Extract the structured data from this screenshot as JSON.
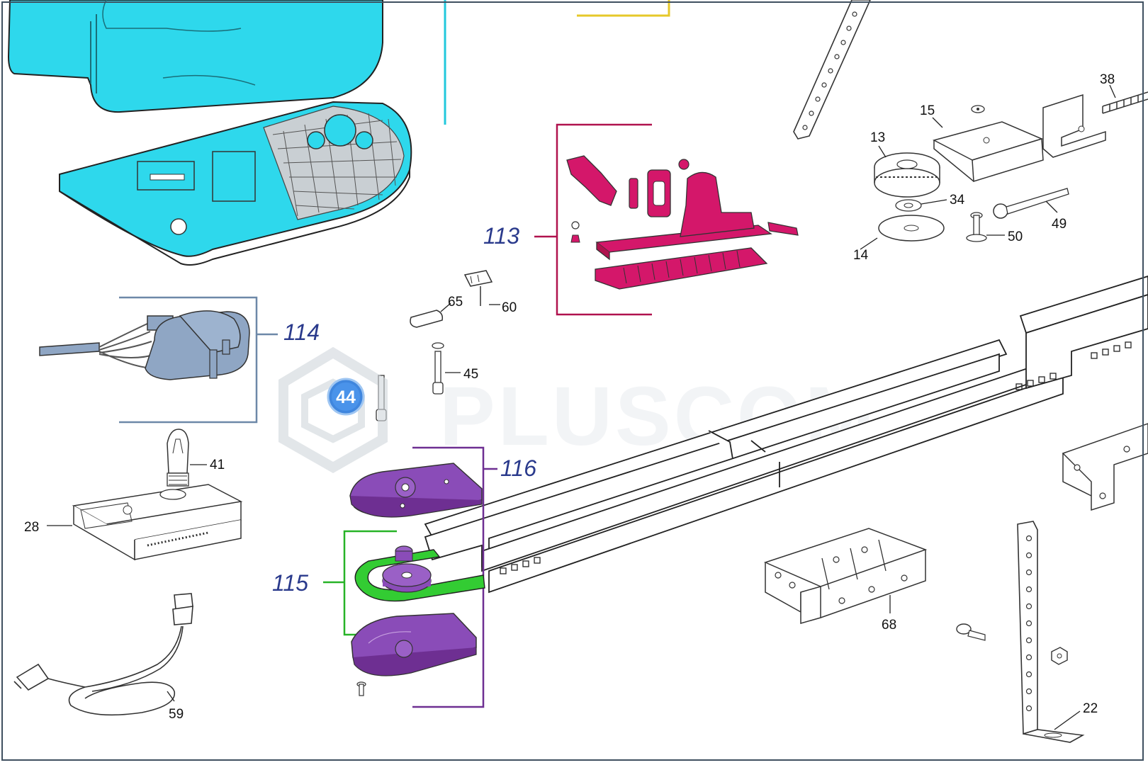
{
  "watermark": {
    "text": "PLUSCOM"
  },
  "hotspot": {
    "label": "44"
  },
  "groups": [
    {
      "id": "113",
      "label": "113",
      "color": "#b0124e"
    },
    {
      "id": "114",
      "label": "114",
      "color": "#6d88a8"
    },
    {
      "id": "115",
      "label": "115",
      "color": "#27b327"
    },
    {
      "id": "116",
      "label": "116",
      "color": "#6e2f92"
    }
  ],
  "parts": {
    "p13": "13",
    "p14": "14",
    "p15": "15",
    "p22": "22",
    "p28": "28",
    "p34": "34",
    "p38": "38",
    "p41": "41",
    "p45": "45",
    "p49": "49",
    "p50": "50",
    "p59": "59",
    "p60": "60",
    "p65": "65",
    "p68": "68"
  },
  "colors": {
    "cover": "#2ed8ec",
    "assembly_113": "#d4176a",
    "assembly_116": "#8a4cb8",
    "belt_115": "#33cc33",
    "motor_114": "#8fa6c4",
    "rail": "#ffffff",
    "line": "#222222"
  }
}
